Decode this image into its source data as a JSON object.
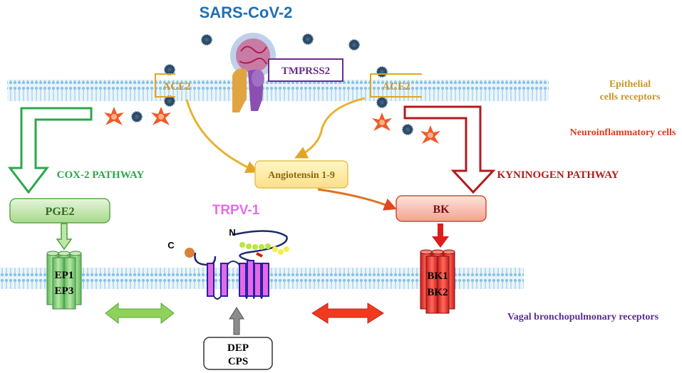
{
  "title": "SARS-CoV-2",
  "labels": {
    "ace2_left": "ACE2",
    "ace2_right": "ACE2",
    "tmprss2": "TMPRSS2",
    "epithelial_line1": "Epithelial",
    "epithelial_line2": "cells receptors",
    "neuroinflammatory": "Neuroinflammatory cells",
    "cox2": "COX-2 PATHWAY",
    "kyninogen": "KYNINOGEN PATHWAY",
    "angiotensin": "Angiotensin 1-9",
    "pge2": "PGE2",
    "trpv1": "TRPV-1",
    "bk": "BK",
    "ep1": "EP1",
    "ep3": "EP3",
    "bk1": "BK1",
    "bk2": "BK2",
    "terminal_n": "N",
    "terminal_c": "C",
    "dep": "DEP",
    "cps": "CPS",
    "vagal": "Vagal bronchopulmonary receptors"
  },
  "colors": {
    "title_blue": "#1f6fb2",
    "membrane": "#a9d3ea",
    "ace2_gold": "#e0a525",
    "tmprss2_purple": "#6a2e8a",
    "cox2_green": "#2aa84a",
    "kyn_red": "#b31b1b",
    "neuro_red": "#e03a1e",
    "trpv_pink": "#e86be8",
    "vagal_purple": "#5a2d91",
    "epithelial_gold": "#c9962a"
  }
}
